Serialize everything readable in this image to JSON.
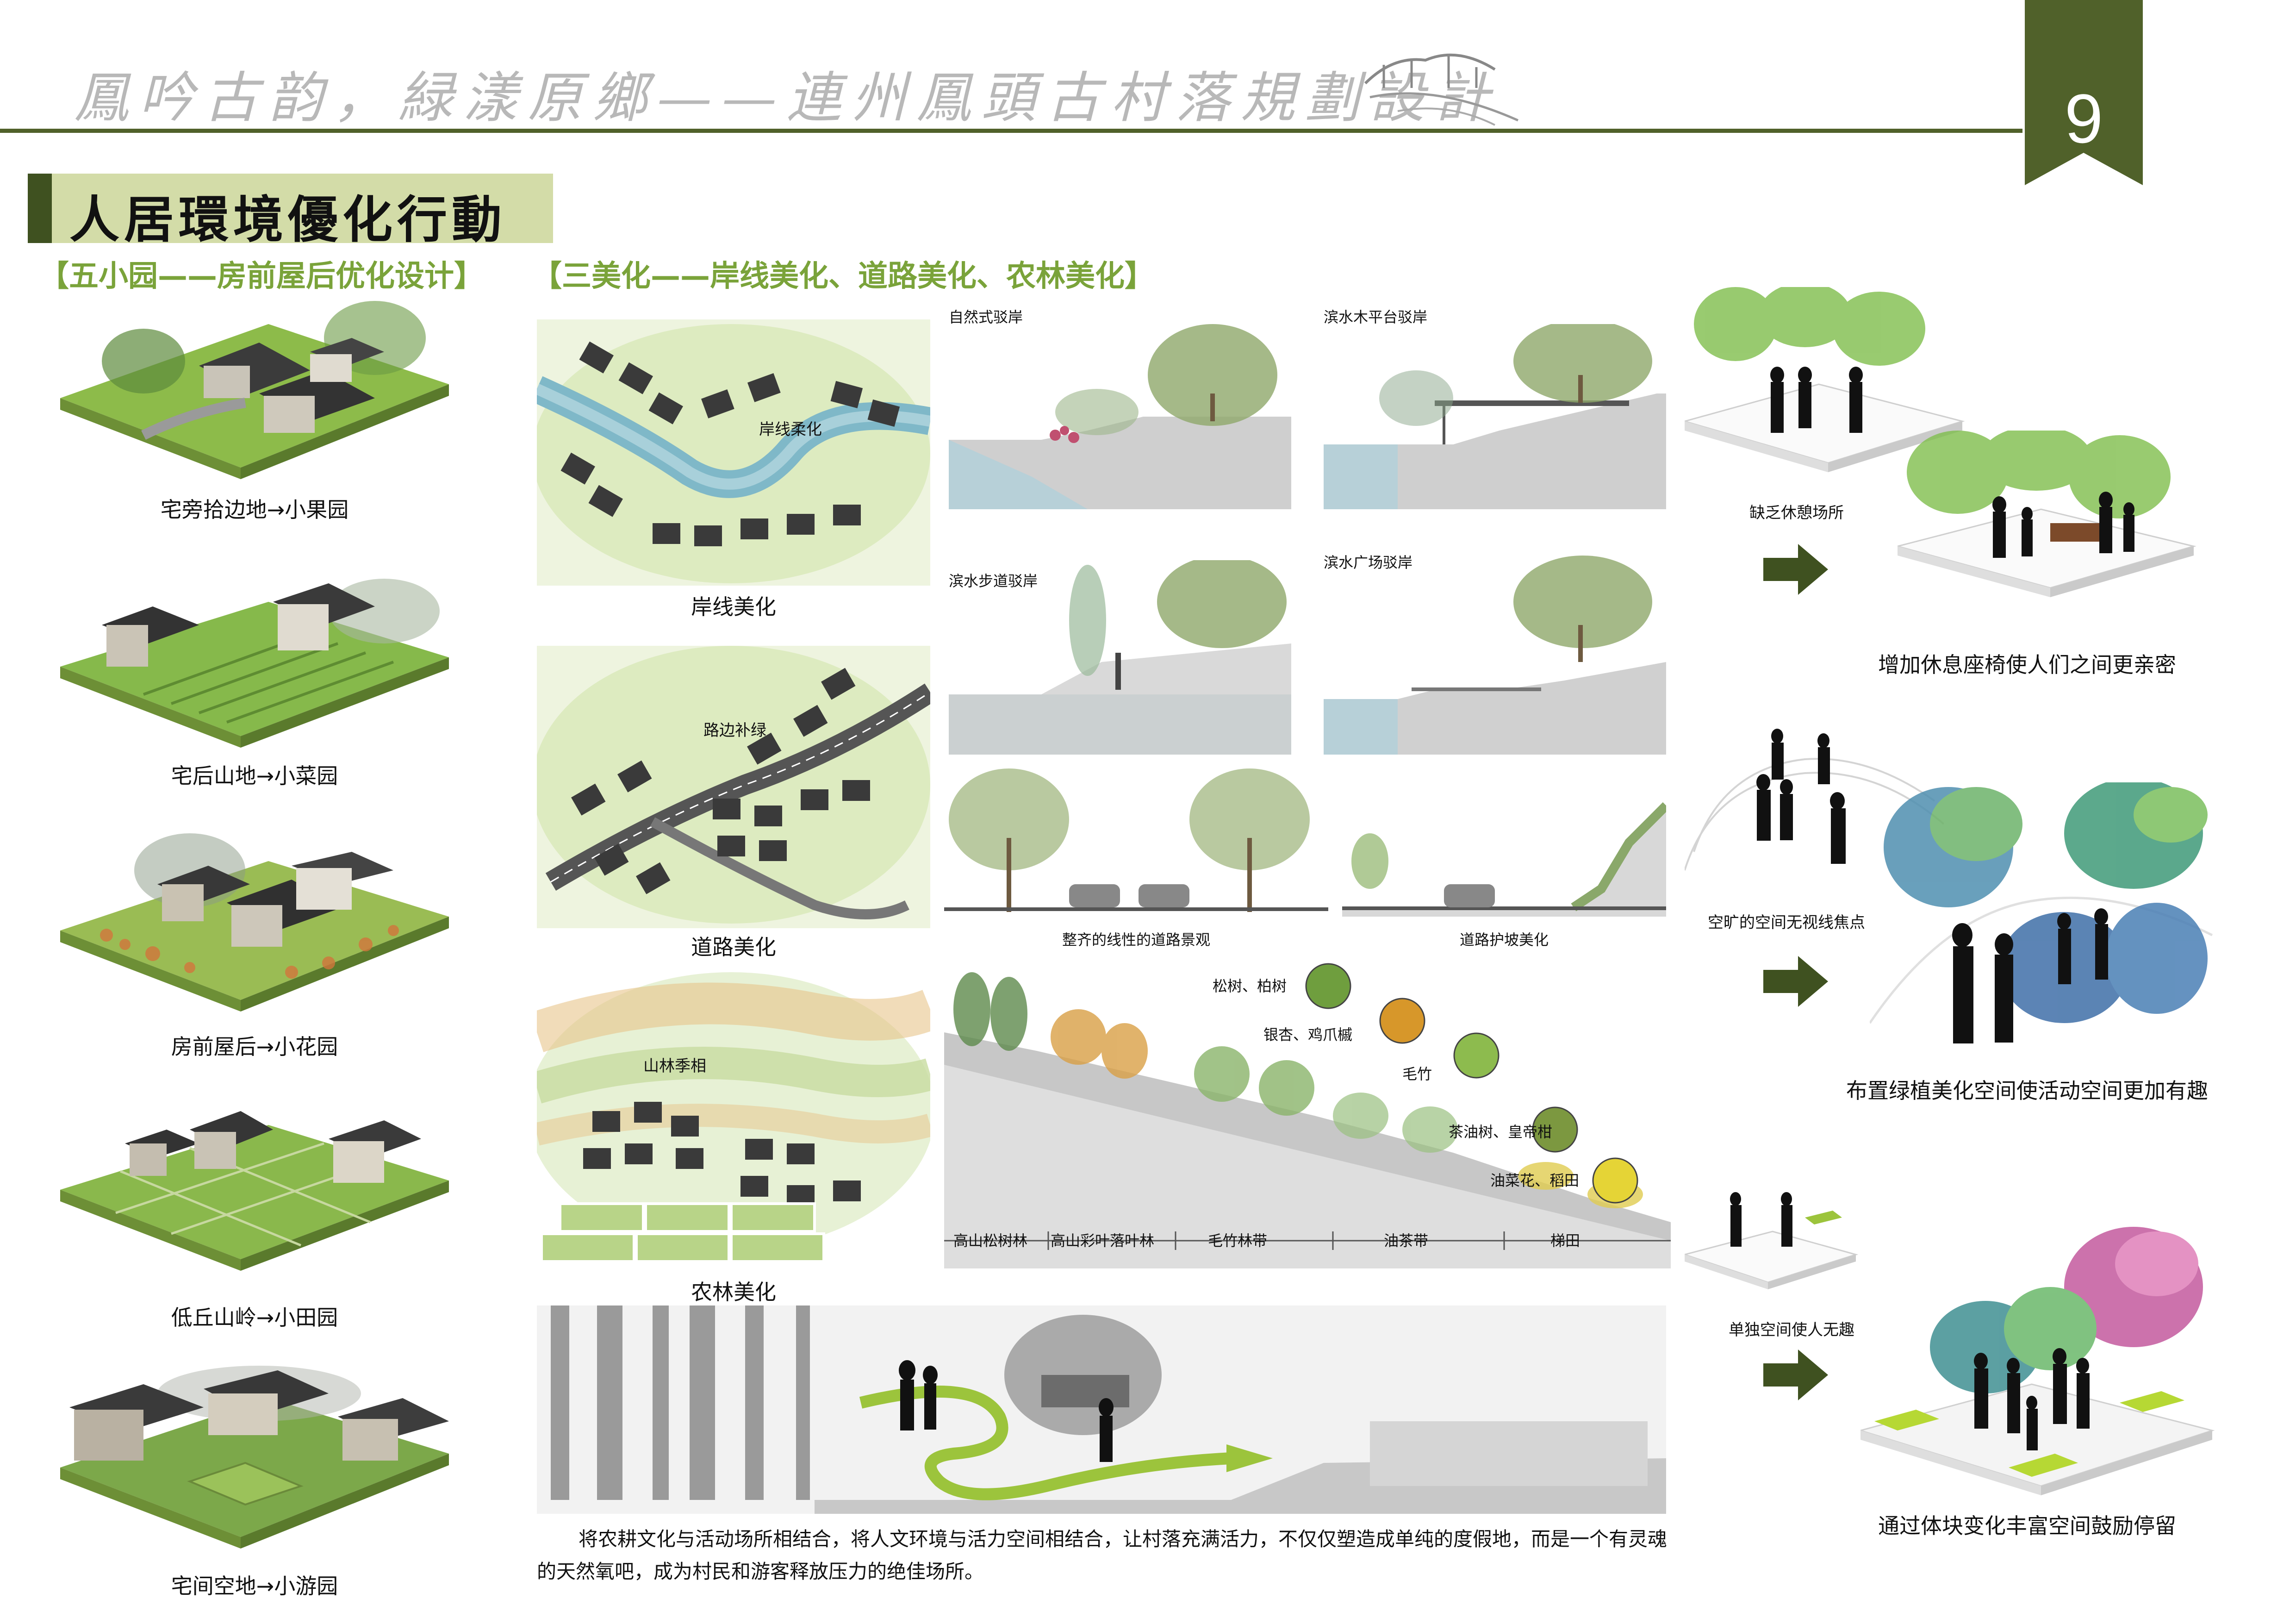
{
  "header": {
    "title": "鳳吟古韵，緑漾原鄉——連州鳳頭古村落規劃設計",
    "page_number": "9",
    "accent_color": "#50612a"
  },
  "section": {
    "title": "人居環境優化行動"
  },
  "left_column": {
    "heading": "【五小园——房前屋后优化设计】",
    "items": [
      {
        "label": "宅旁拾边地→小果园"
      },
      {
        "label": "宅后山地→小菜园"
      },
      {
        "label": "房前屋后→小花园"
      },
      {
        "label": "低丘山岭→小田园"
      },
      {
        "label": "宅间空地→小游园"
      }
    ]
  },
  "middle_column": {
    "heading": "【三美化——岸线美化、道路美化、农林美化】",
    "maps": [
      {
        "inner_label": "岸线柔化",
        "caption": "岸线美化"
      },
      {
        "inner_label": "路边补绿",
        "caption": "道路美化"
      },
      {
        "inner_label": "山林季相",
        "caption": "农林美化"
      }
    ],
    "sections": [
      {
        "label": "自然式驳岸"
      },
      {
        "label": "滨水木平台驳岸"
      },
      {
        "label": "滨水步道驳岸"
      },
      {
        "label": "滨水广场驳岸"
      },
      {
        "label": "整齐的线性的道路景观"
      },
      {
        "label": "道路护坡美化"
      }
    ],
    "slope_labels": [
      {
        "label": "松树、柏树"
      },
      {
        "label": "银杏、鸡爪槭"
      },
      {
        "label": "毛竹"
      },
      {
        "label": "茶油树、皇帝柑"
      },
      {
        "label": "油菜花、稻田"
      }
    ],
    "slope_zones": [
      "高山松树林",
      "高山彩叶落叶林",
      "毛竹林带",
      "油茶带",
      "梯田"
    ],
    "body_text": "将农耕文化与活动场所相结合，将人文环境与活力空间相结合，让村落充满活力，不仅仅塑造成单纯的度假地，而是一个有灵魂的天然氧吧，成为村民和游客释放压力的绝佳场所。"
  },
  "right_column": {
    "items": [
      {
        "before": "缺乏休憩场所",
        "after": "增加休息座椅使人们之间更亲密"
      },
      {
        "before": "空旷的空间无视线焦点",
        "after": "布置绿植美化空间使活动空间更加有趣"
      },
      {
        "before": "单独空间使人无趣",
        "after": "通过体块变化丰富空间鼓励停留"
      }
    ],
    "arrow_color": "#3f5120"
  }
}
